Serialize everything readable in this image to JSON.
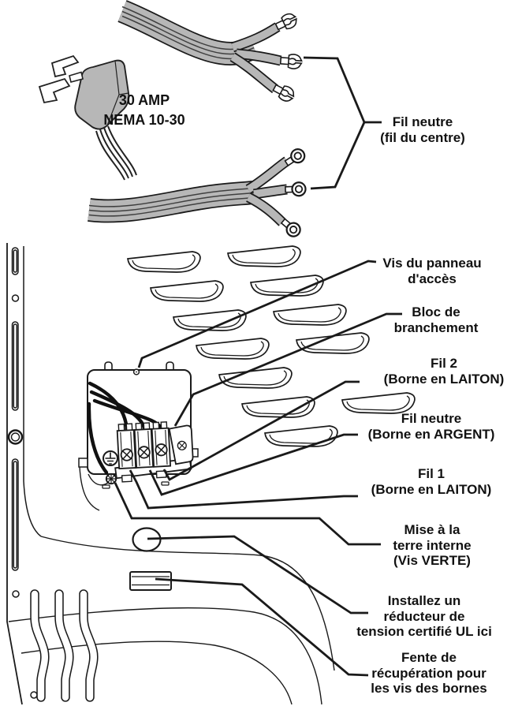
{
  "figure": {
    "title_hint": "Dryer power cord connection diagram (French)",
    "plug_label": {
      "lines": [
        "30 AMP",
        "NEMA 10-30"
      ]
    },
    "callouts": [
      {
        "id": "fil-neutre-centre",
        "lines": [
          "Fil neutre",
          "(fil du centre)"
        ]
      },
      {
        "id": "vis-panneau-acces",
        "lines": [
          "Vis du panneau",
          "d'accès"
        ]
      },
      {
        "id": "bloc-branchement",
        "lines": [
          "Bloc de",
          "branchement"
        ]
      },
      {
        "id": "fil-2",
        "lines": [
          "Fil 2",
          "(Borne en LAITON)"
        ]
      },
      {
        "id": "fil-neutre-borne",
        "lines": [
          "Fil neutre",
          "(Borne en ARGENT)"
        ]
      },
      {
        "id": "fil-1",
        "lines": [
          "Fil 1",
          "(Borne en LAITON)"
        ]
      },
      {
        "id": "mise-a-la-terre",
        "lines": [
          "Mise à la",
          "terre interne",
          "(Vis VERTE)"
        ]
      },
      {
        "id": "reducteur-tension",
        "lines": [
          "Installez un",
          "réducteur de",
          "tension certifié UL ici"
        ]
      },
      {
        "id": "fente-recuperation",
        "lines": [
          "Fente de",
          "récupération pour",
          "les vis des bornes"
        ]
      }
    ],
    "colors": {
      "line": "#1a1a1a",
      "cable_fill": "#b7b7b7",
      "background": "#ffffff"
    }
  }
}
